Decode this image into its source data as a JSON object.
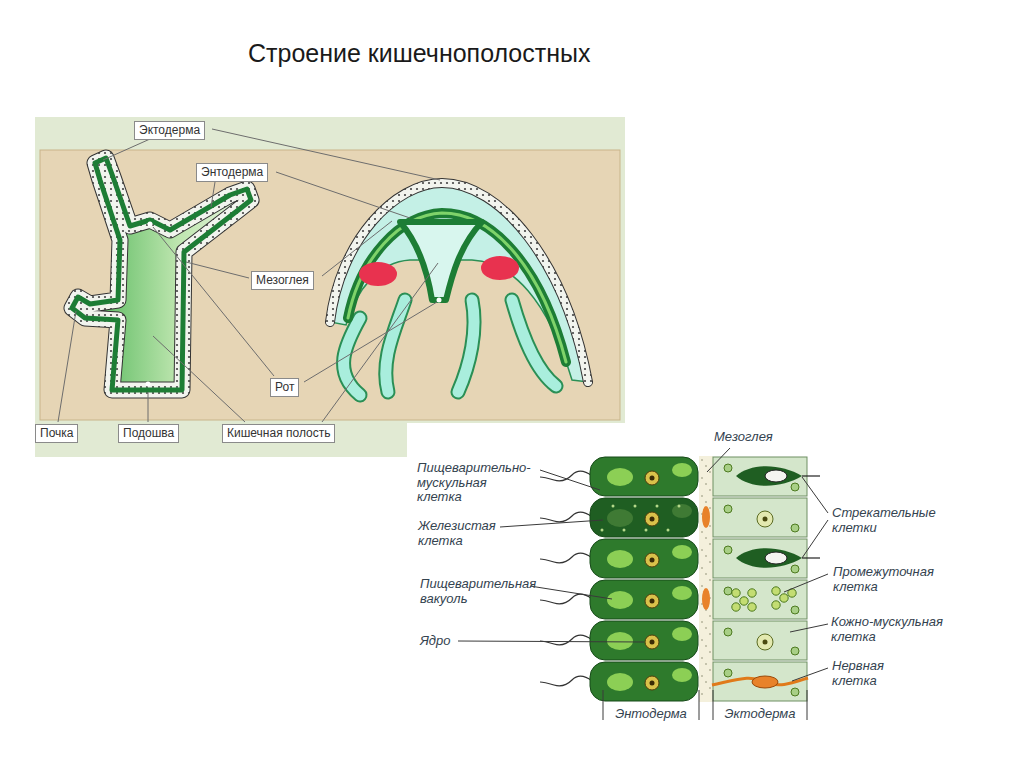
{
  "diagram": {
    "title": "Строение кишечнополостных",
    "nodes": [
      {
        "text": [
          "Эктодерма"
        ]
      },
      {
        "text": [
          "Энтодерма"
        ]
      },
      {
        "text": [
          "Мезоглея"
        ]
      },
      {
        "text": [
          "Рот"
        ]
      },
      {
        "text": [
          "Почка"
        ]
      },
      {
        "text": [
          "Подошва"
        ]
      },
      {
        "text": [
          "Кишечная полость"
        ]
      }
    ],
    "labels": [
      "Мезоглея",
      "Пищеварительно-мускульная клетка",
      "Железистая клетка",
      "Пищеварительная вакуоль",
      "Ядро",
      "Стрекательные клетки",
      "Промежуточная клетка",
      "Кожно-мускульная клетка",
      "Нервная клетка",
      "Энтодерма",
      "Эктодерма"
    ]
  }
}
